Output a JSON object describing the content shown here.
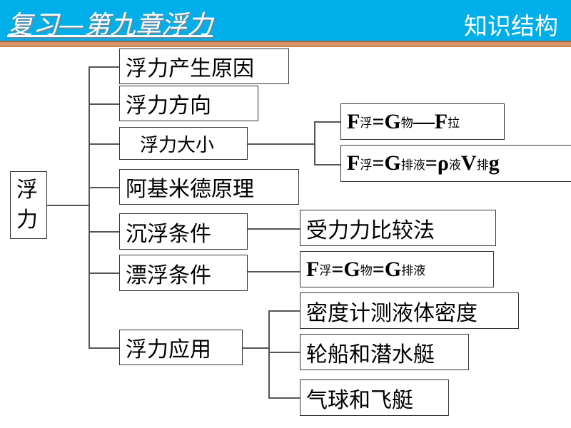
{
  "header": {
    "title": "复习—第九章浮力",
    "section": "知识结构"
  },
  "root": "浮力",
  "nodes": {
    "cause": "浮力产生原因",
    "direction": "浮力方向",
    "magnitude": "浮力大小",
    "archimedes": "阿基米德原理",
    "sink_float": "沉浮条件",
    "floating": "漂浮条件",
    "application": "浮力应用"
  },
  "leaves": {
    "f1": {
      "a": "F",
      "as": "浮",
      "b": "=G",
      "bs": "物",
      "c": "—F",
      "cs": "拉"
    },
    "f2": {
      "a": "F",
      "as": "浮",
      "b": "=G",
      "bs": "排液",
      "c": "=ρ",
      "cs": "液",
      "d": "V",
      "ds": "排",
      "e": "g"
    },
    "method": "受力力比较法",
    "f3": {
      "a": "F",
      "as": "浮",
      "b": "=G",
      "bs": "物",
      "c": "=G",
      "cs": "排液"
    },
    "app1": "密度计测液体密度",
    "app2": "轮船和潜水艇",
    "app3": "气球和飞艇"
  }
}
